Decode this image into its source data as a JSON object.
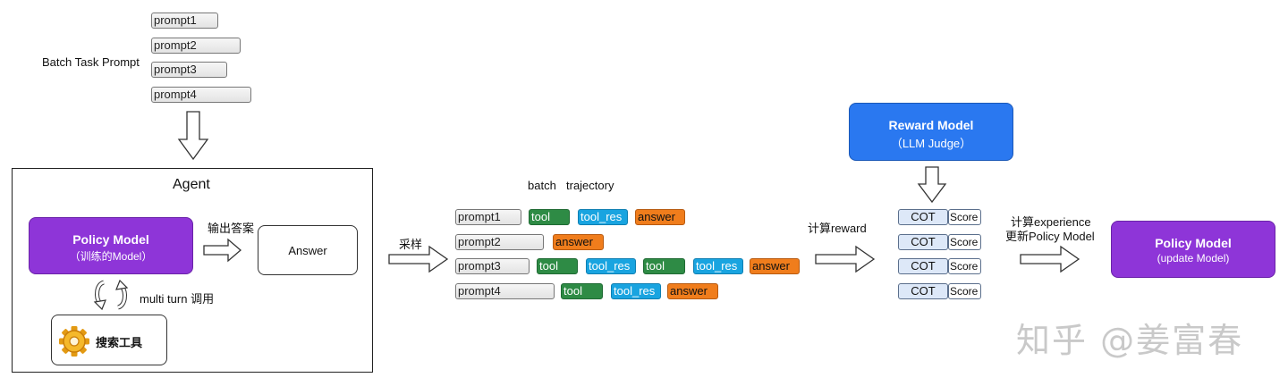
{
  "batch_label": "Batch Task Prompt",
  "batch_prompts": [
    "prompt1",
    "prompt2",
    "prompt3",
    "prompt4"
  ],
  "agent": {
    "title": "Agent",
    "policy_title": "Policy Model",
    "policy_subtitle": "（训练的Model）",
    "output_label": "输出答案",
    "answer_label": "Answer",
    "multiturn_label": "multi turn 调用",
    "tool_label": "搜索工具"
  },
  "sample_label": "采样",
  "trajectory": {
    "title_a": "batch",
    "title_b": "trajectory",
    "rows": [
      {
        "prompt": "prompt1",
        "steps": [
          {
            "kind": "tool",
            "label": "tool"
          },
          {
            "kind": "toolres",
            "label": "tool_res"
          },
          {
            "kind": "answer",
            "label": "answer"
          }
        ]
      },
      {
        "prompt": "prompt2",
        "steps": [
          {
            "kind": "answer",
            "label": "answer"
          }
        ]
      },
      {
        "prompt": "prompt3",
        "steps": [
          {
            "kind": "tool",
            "label": "tool"
          },
          {
            "kind": "toolres",
            "label": "tool_res"
          },
          {
            "kind": "tool",
            "label": "tool"
          },
          {
            "kind": "toolres",
            "label": "tool_res"
          },
          {
            "kind": "answer",
            "label": "answer"
          }
        ]
      },
      {
        "prompt": "prompt4",
        "steps": [
          {
            "kind": "tool",
            "label": "tool"
          },
          {
            "kind": "toolres",
            "label": "tool_res"
          },
          {
            "kind": "answer",
            "label": "answer"
          }
        ]
      }
    ]
  },
  "compute_reward_label": "计算reward",
  "reward_model": {
    "title": "Reward Model",
    "subtitle": "（LLM Judge）"
  },
  "scores": [
    {
      "cot": "COT",
      "score": "Score"
    },
    {
      "cot": "COT",
      "score": "Score"
    },
    {
      "cot": "COT",
      "score": "Score"
    },
    {
      "cot": "COT",
      "score": "Score"
    }
  ],
  "experience_label_1": "计算experience",
  "experience_label_2": "更新Policy Model",
  "updated_policy": {
    "title": "Policy Model",
    "subtitle": "(update Model)"
  },
  "watermark": "知乎 @姜富春",
  "colors": {
    "purple": "#8e35d8",
    "blue": "#2a78f0",
    "tool": "#2e8b45",
    "tool_res": "#19a4e0",
    "answer": "#f07d1c",
    "cot": "#dde8f8"
  }
}
